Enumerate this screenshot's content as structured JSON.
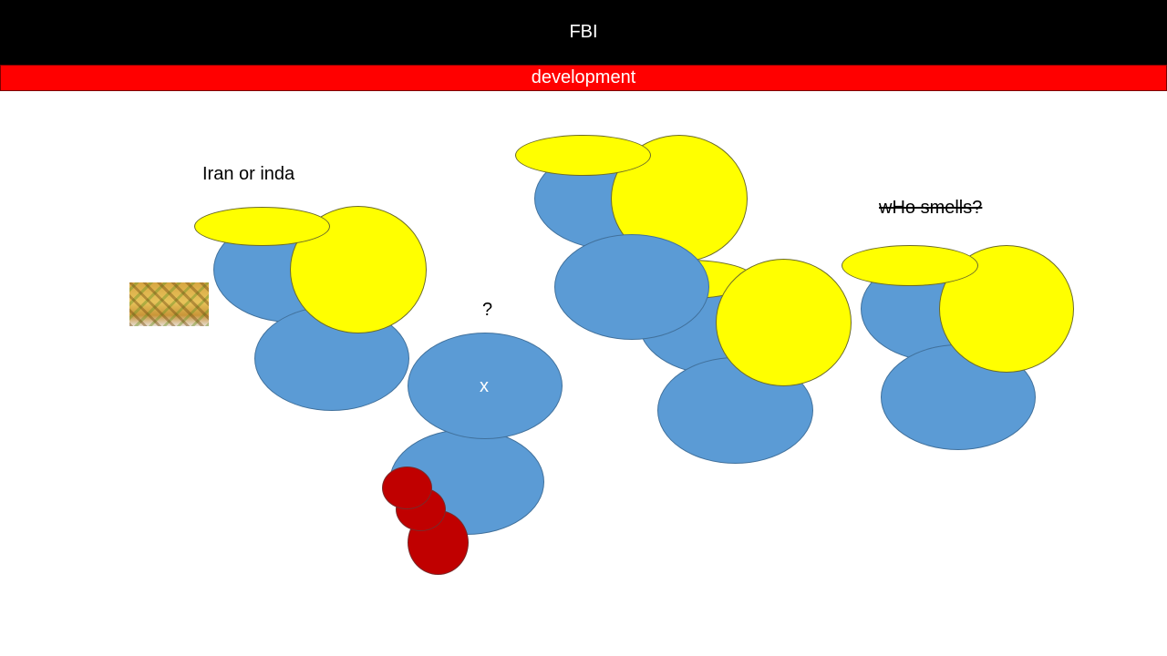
{
  "header": {
    "title": "FBI"
  },
  "banner": {
    "label": "development"
  },
  "labels": {
    "left_caption": "Iran or inda",
    "question_mark": "?",
    "center_mark": "x",
    "right_caption": "wHo smells?"
  },
  "image": {
    "icon": "tiled-pastry-thumbnail"
  },
  "colors": {
    "header_bg": "#000000",
    "banner_bg": "#ff0000",
    "blue_shape": "#5b9bd5",
    "yellow_shape": "#ffff00",
    "red_shape": "#c00000"
  }
}
